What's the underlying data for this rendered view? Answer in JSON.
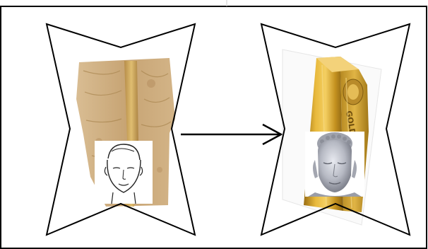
{
  "diagram": {
    "left_panel": {
      "material": "stone",
      "face": "line-drawing-face"
    },
    "right_panel": {
      "material": "gold-bar",
      "face": "rendered-3d-buddha-head",
      "bar_text": "GOLD"
    },
    "arrow": {
      "direction": "right"
    },
    "colors": {
      "frame": "#000000",
      "stone": "#c9a778",
      "gold": "#d6a631",
      "gold_dark": "#8a6414",
      "face_gray": "#b9bcc4"
    }
  }
}
